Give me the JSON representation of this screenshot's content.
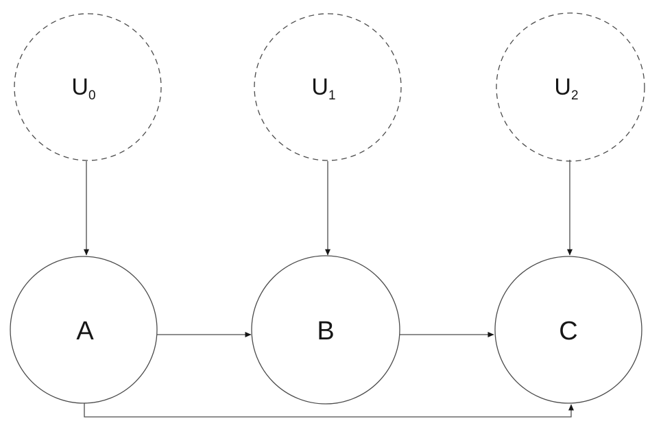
{
  "diagram": {
    "type": "causal-graph",
    "background_color": "#ffffff",
    "stroke_color": "#4a4a4a",
    "text_color": "#161616",
    "nodes": {
      "u0": {
        "base": "U",
        "sub": "0",
        "style": "dashed"
      },
      "u1": {
        "base": "U",
        "sub": "1",
        "style": "dashed"
      },
      "u2": {
        "base": "U",
        "sub": "2",
        "style": "dashed"
      },
      "a": {
        "label": "A",
        "style": "solid"
      },
      "b": {
        "label": "B",
        "style": "solid"
      },
      "c": {
        "label": "C",
        "style": "solid"
      }
    },
    "edges": [
      {
        "from": "U0",
        "to": "A",
        "route": "straight-down"
      },
      {
        "from": "U1",
        "to": "B",
        "route": "straight-down"
      },
      {
        "from": "U2",
        "to": "C",
        "route": "straight-down"
      },
      {
        "from": "A",
        "to": "B",
        "route": "straight-right"
      },
      {
        "from": "B",
        "to": "C",
        "route": "straight-right"
      },
      {
        "from": "A",
        "to": "C",
        "route": "under-bottom"
      }
    ]
  }
}
